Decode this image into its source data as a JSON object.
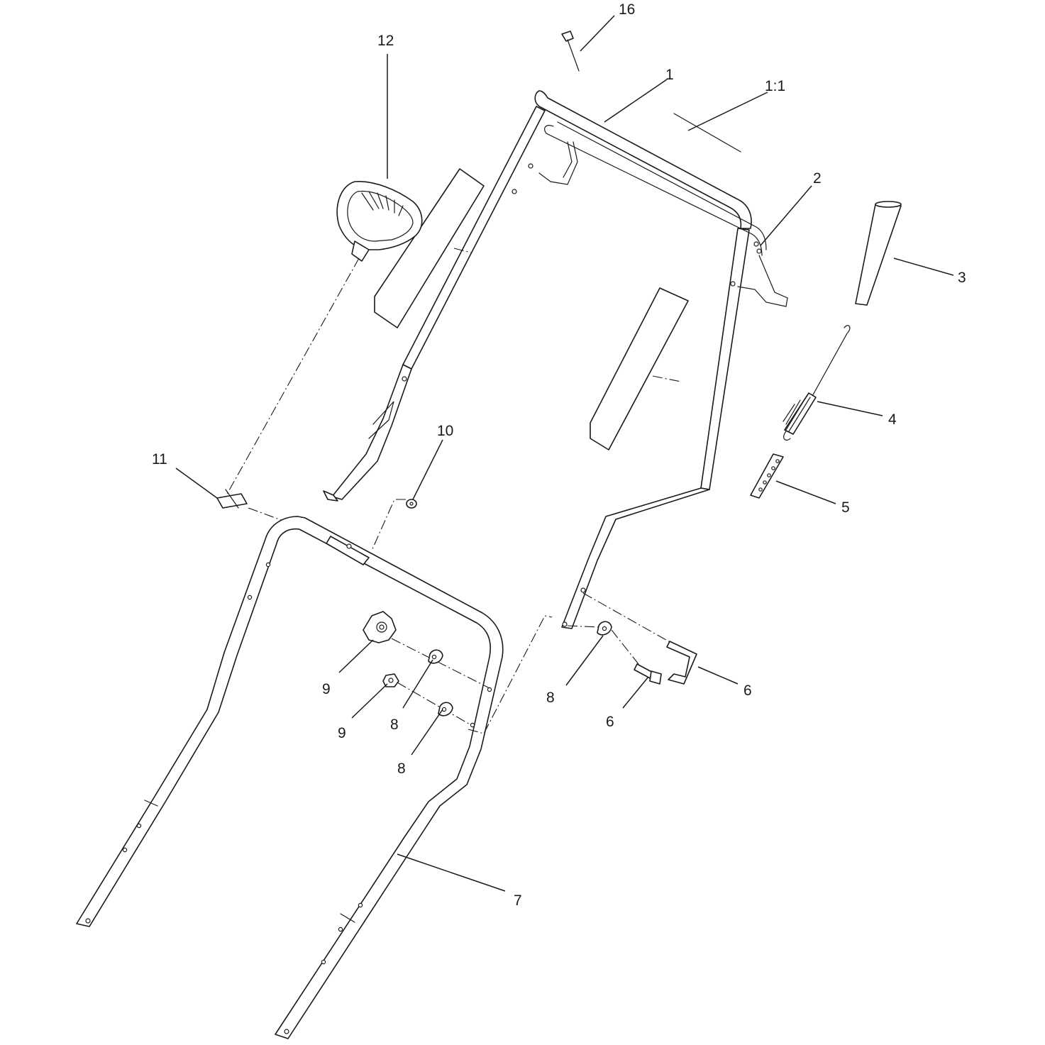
{
  "callouts": {
    "c16": "16",
    "c12": "12",
    "c1": "1",
    "c1_1": "1:1",
    "c2": "2",
    "c3": "3",
    "c4": "4",
    "c5": "5",
    "c10": "10",
    "c11": "11",
    "c6a": "6",
    "c6b": "6",
    "c8a": "8",
    "c8b": "8",
    "c8c": "8",
    "c9a": "9",
    "c9b": "9",
    "c7": "7"
  }
}
